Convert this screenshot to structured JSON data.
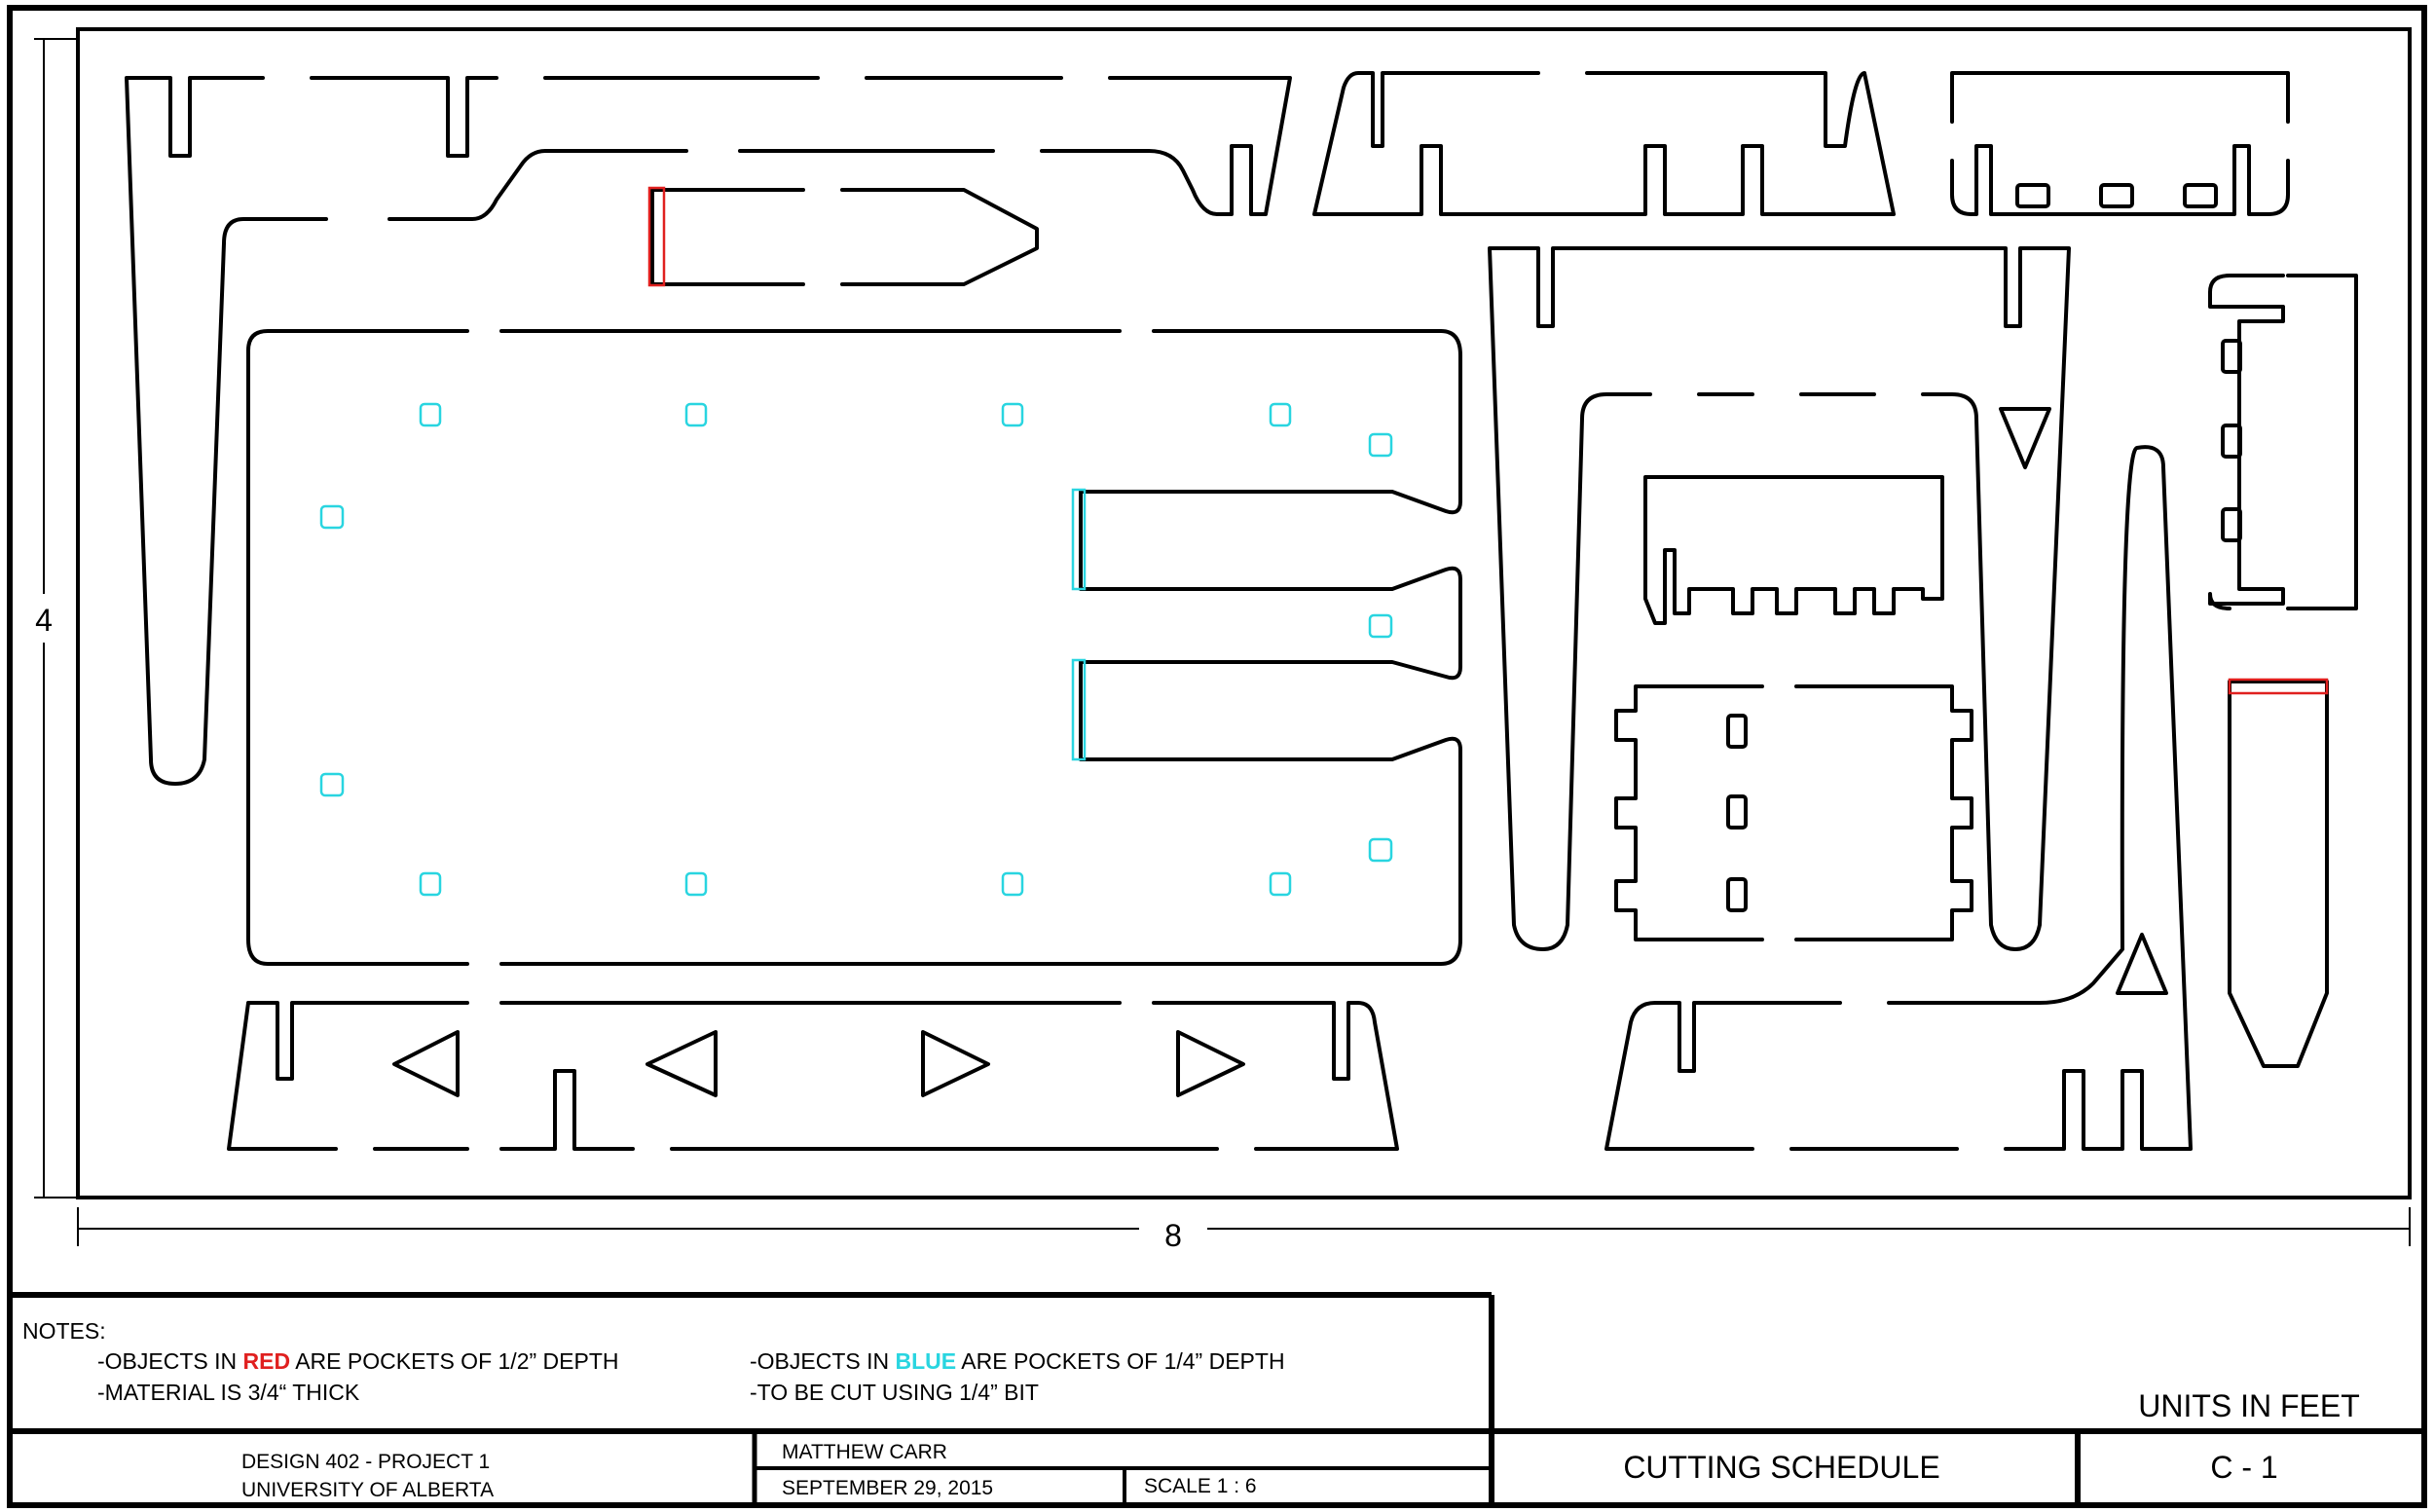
{
  "dimensions": {
    "height": "4",
    "width": "8"
  },
  "notes": {
    "heading": "NOTES:",
    "red_prefix": "-OBJECTS IN ",
    "red_word": "RED",
    "red_suffix": " ARE POCKETS OF 1/2” DEPTH",
    "material": "-MATERIAL IS 3/4“ THICK",
    "blue_prefix": "-OBJECTS IN ",
    "blue_word": "BLUE",
    "blue_suffix": " ARE POCKETS OF 1/4” DEPTH",
    "bit": "-TO BE CUT USING 1/4” BIT"
  },
  "title_block": {
    "course": "DESIGN 402 - PROJECT 1",
    "school": "UNIVERSITY OF ALBERTA",
    "author": "MATTHEW CARR",
    "date": "SEPTEMBER 29, 2015",
    "scale": "SCALE  1 : 6",
    "title": "CUTTING SCHEDULE",
    "sheet": "C - 1",
    "units": "UNITS IN FEET"
  },
  "colors": {
    "line": "#000000",
    "red_pocket": "#e0201f",
    "blue_pocket": "#29d5e0"
  },
  "legend": {
    "red_meaning": "pocket 1/2\" depth",
    "blue_meaning": "pocket 1/4\" depth"
  }
}
